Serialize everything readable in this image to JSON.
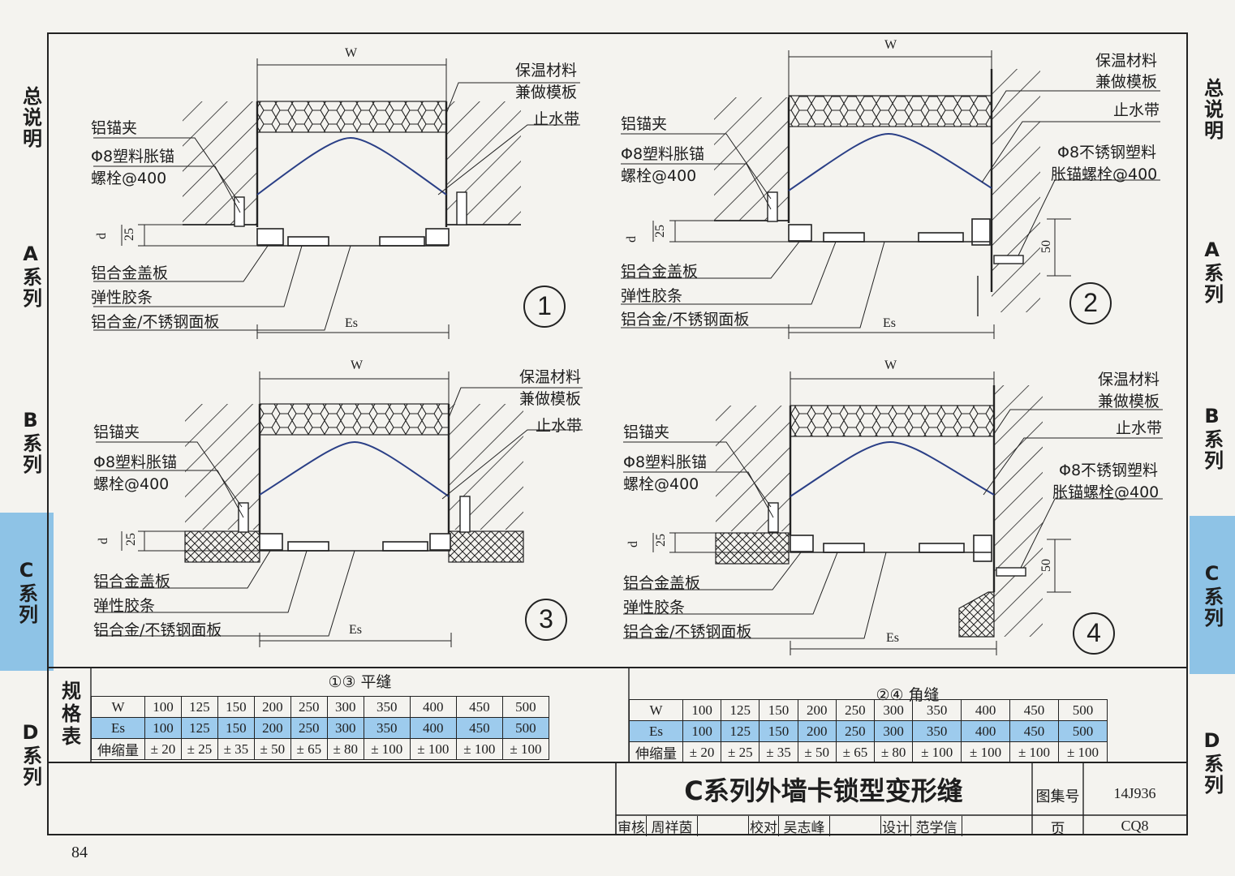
{
  "side_tabs": [
    "总说明",
    "A系列",
    "B系列",
    "C系列",
    "D系列"
  ],
  "active_tab": "C系列",
  "diagrams": [
    {
      "number": "1",
      "labels_left": [
        "铝锚夹",
        "Φ8塑料胀锚",
        "螺栓@400",
        "铝合金盖板",
        "弹性胶条",
        "铝合金/不锈钢面板"
      ],
      "labels_right": [
        "保温材料",
        "兼做模板",
        "止水带"
      ]
    },
    {
      "number": "2",
      "labels_left": [
        "铝锚夹",
        "Φ8塑料胀锚",
        "螺栓@400",
        "铝合金盖板",
        "弹性胶条",
        "铝合金/不锈钢面板"
      ],
      "labels_right": [
        "保温材料",
        "兼做模板",
        "止水带",
        "Φ8不锈钢塑料",
        "胀锚螺栓@400"
      ]
    },
    {
      "number": "3",
      "labels_left": [
        "铝锚夹",
        "Φ8塑料胀锚",
        "螺栓@400",
        "铝合金盖板",
        "弹性胶条",
        "铝合金/不锈钢面板"
      ],
      "labels_right": [
        "保温材料",
        "兼做模板",
        "止水带"
      ]
    },
    {
      "number": "4",
      "labels_left": [
        "铝锚夹",
        "Φ8塑料胀锚",
        "螺栓@400",
        "铝合金盖板",
        "弹性胶条",
        "铝合金/不锈钢面板"
      ],
      "labels_right": [
        "保温材料",
        "兼做模板",
        "止水带",
        "Φ8不锈钢塑料",
        "胀锚螺栓@400"
      ]
    }
  ],
  "dims": {
    "w": "W",
    "es": "Es",
    "d": "d",
    "d25": "25",
    "d50": "50"
  },
  "spec_table": {
    "heading": "规格表",
    "flat_title": "①③ 平缝",
    "corner_title": "②④ 角缝",
    "row_labels": [
      "W",
      "Es",
      "伸缩量"
    ],
    "w_values": [
      "100",
      "125",
      "150",
      "200",
      "250",
      "300",
      "350",
      "400",
      "450",
      "500"
    ],
    "es_values": [
      "100",
      "125",
      "150",
      "200",
      "250",
      "300",
      "350",
      "400",
      "450",
      "500"
    ],
    "expansion_values": [
      "± 20",
      "± 25",
      "± 35",
      "± 50",
      "± 65",
      "± 80",
      "± 100",
      "± 100",
      "± 100",
      "± 100"
    ]
  },
  "title_block": {
    "title": "C系列外墙卡锁型变形缝",
    "atlas_label": "图集号",
    "atlas_no": "14J936",
    "review_label": "审核",
    "reviewer": "周祥茵",
    "check_label": "校对",
    "checker": "吴志峰",
    "design_label": "设计",
    "designer": "范学信",
    "page_label": "页",
    "page_code": "CQ8"
  },
  "page_number": "84"
}
